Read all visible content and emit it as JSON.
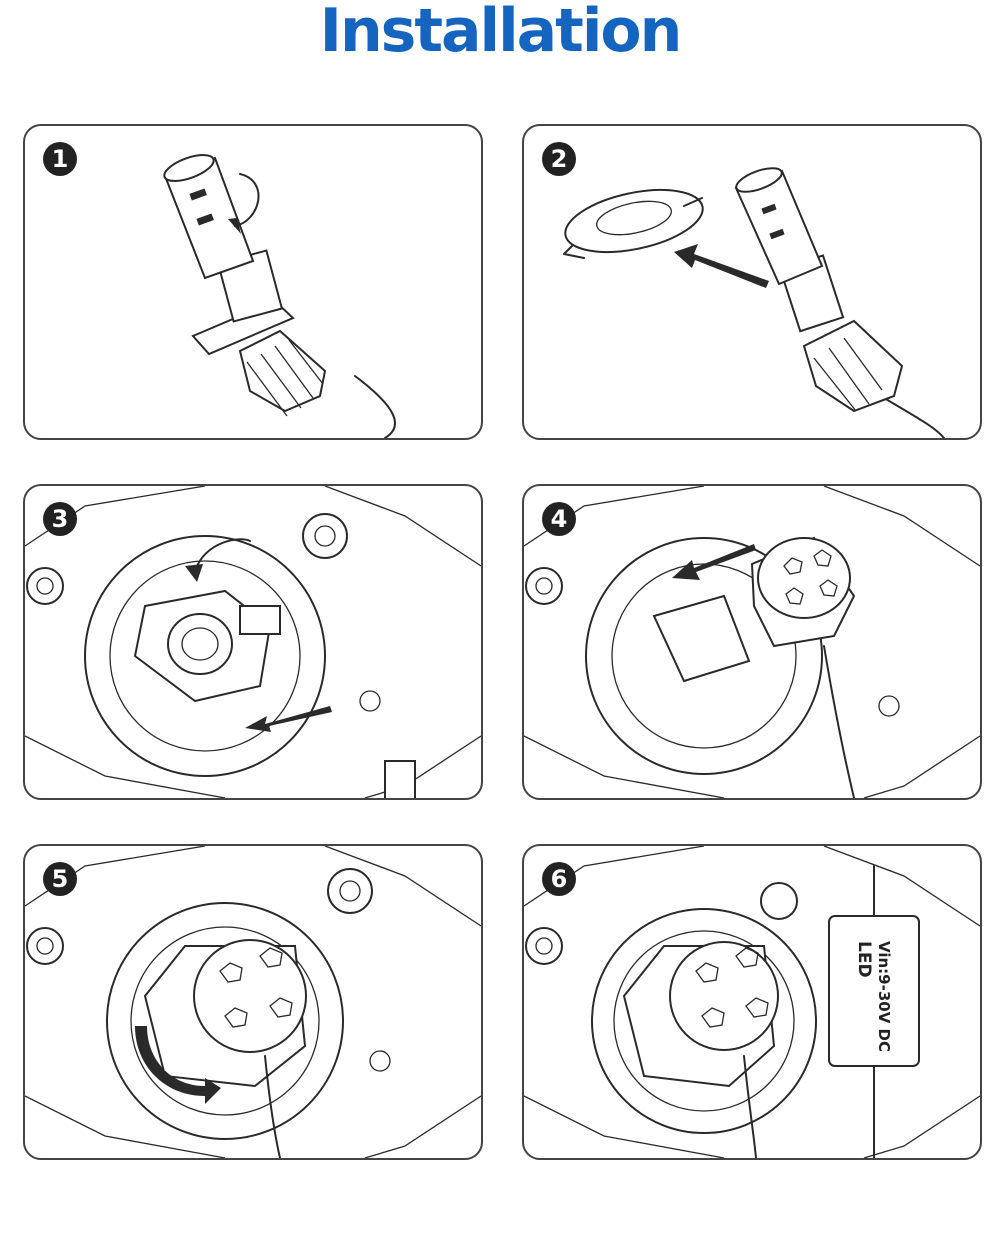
{
  "title": "Installation",
  "colors": {
    "title": "#1565c0",
    "badge": "#222222",
    "line": "#2a2a2a"
  },
  "steps": [
    {
      "number": "1"
    },
    {
      "number": "2"
    },
    {
      "number": "3"
    },
    {
      "number": "4"
    },
    {
      "number": "5"
    },
    {
      "number": "6"
    }
  ],
  "controller_box": {
    "line1": "LED",
    "line2": "Vin:9-30V DC"
  }
}
